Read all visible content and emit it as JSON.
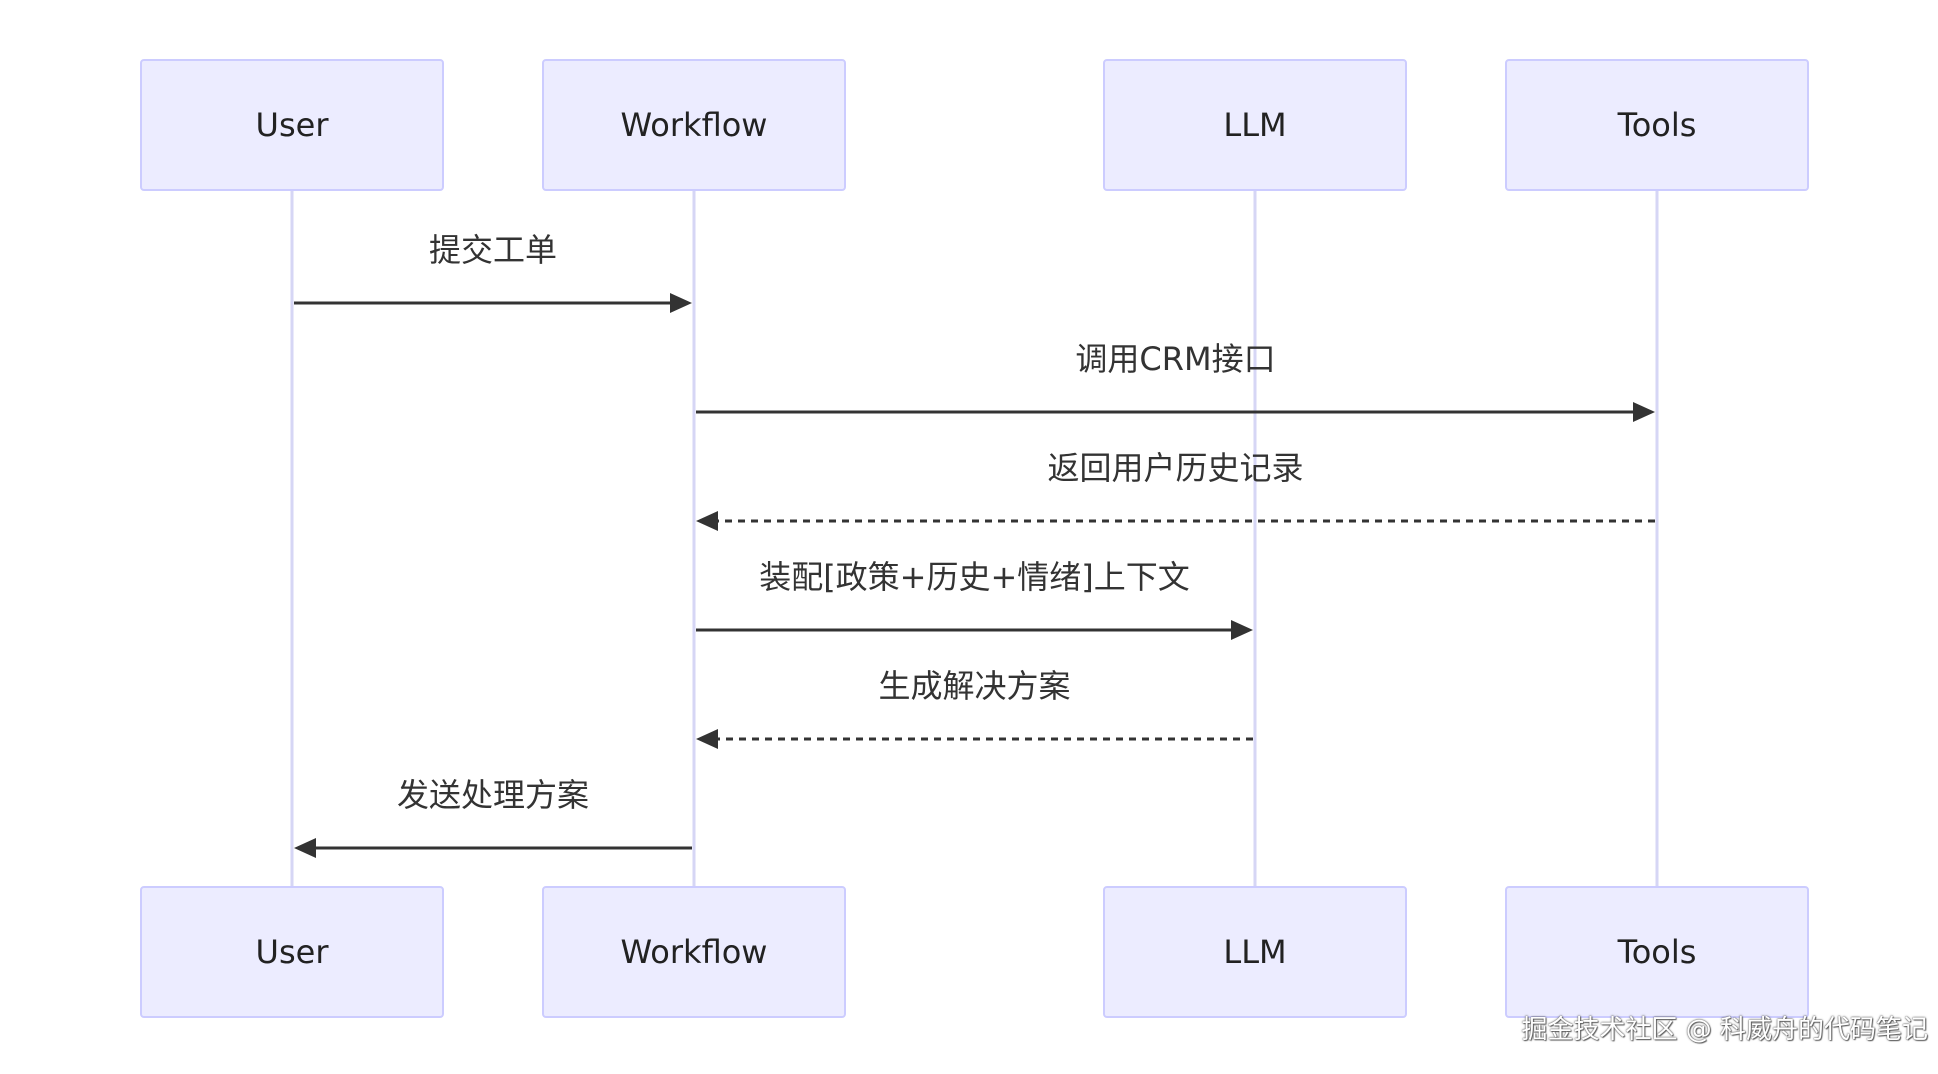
{
  "actors": [
    {
      "id": "user",
      "label": "User"
    },
    {
      "id": "workflow",
      "label": "Workflow"
    },
    {
      "id": "llm",
      "label": "LLM"
    },
    {
      "id": "tools",
      "label": "Tools"
    }
  ],
  "messages": [
    {
      "from": "user",
      "to": "workflow",
      "label": "提交工单",
      "style": "solid"
    },
    {
      "from": "workflow",
      "to": "tools",
      "label": "调用CRM接口",
      "style": "solid"
    },
    {
      "from": "tools",
      "to": "workflow",
      "label": "返回用户历史记录",
      "style": "dashed"
    },
    {
      "from": "workflow",
      "to": "llm",
      "label": "装配[政策+历史+情绪]上下文",
      "style": "solid"
    },
    {
      "from": "llm",
      "to": "workflow",
      "label": "生成解决方案",
      "style": "dashed"
    },
    {
      "from": "workflow",
      "to": "user",
      "label": "发送处理方案",
      "style": "solid"
    }
  ],
  "watermark": "掘金技术社区 @ 科威舟的代码笔记",
  "colors": {
    "actor_fill": "#ECECFF",
    "actor_border": "#CCCCFF",
    "lifeline": "#D6D6F5",
    "arrow": "#333333",
    "text": "#333333"
  }
}
